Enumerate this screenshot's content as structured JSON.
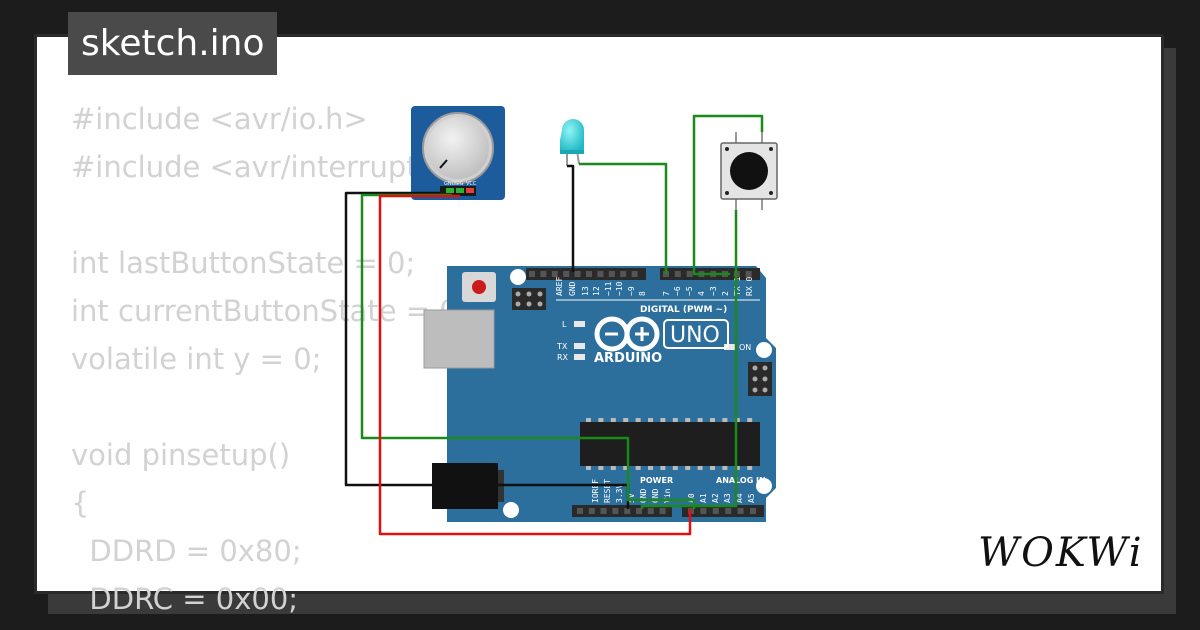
{
  "file": {
    "name": "sketch.ino"
  },
  "code": {
    "lines": [
      "#include <avr/io.h>",
      "#include <avr/interrupt.h>",
      "",
      "int lastButtonState = 0;",
      "int currentButtonState = 0;",
      "volatile int y = 0;",
      "",
      "void pinsetup()",
      "{",
      "  DDRD = 0x80;",
      "  DDRC = 0x00;"
    ]
  },
  "board": {
    "model": "UNO",
    "brand": "ARDUINO",
    "digital_label": "DIGITAL (PWM ~)",
    "digital_pins": [
      "AREF",
      "GND",
      "13",
      "12",
      "~11",
      "~10",
      "~9",
      "8",
      "7",
      "~6",
      "~5",
      "4",
      "~3",
      "2",
      "TX 1",
      "RX 0"
    ],
    "led_labels": {
      "l": "L",
      "tx": "TX",
      "rx": "RX",
      "on": "ON"
    },
    "power_label": "POWER",
    "analog_label": "ANALOG IN",
    "power_pins": [
      "IOREF",
      "RESET",
      "3.3V",
      "5V",
      "GND",
      "GND",
      "Vin"
    ],
    "analog_pins": [
      "A0",
      "A1",
      "A2",
      "A3",
      "A4",
      "A5"
    ],
    "color": "#2c6e9c"
  },
  "potentiometer": {
    "pins": [
      "GND",
      "SIG",
      "VCC"
    ]
  },
  "wires": {
    "black": "#111111",
    "green": "#1a8a1a",
    "red": "#e01010"
  },
  "brand_logo": {
    "text": "WOKWi"
  }
}
